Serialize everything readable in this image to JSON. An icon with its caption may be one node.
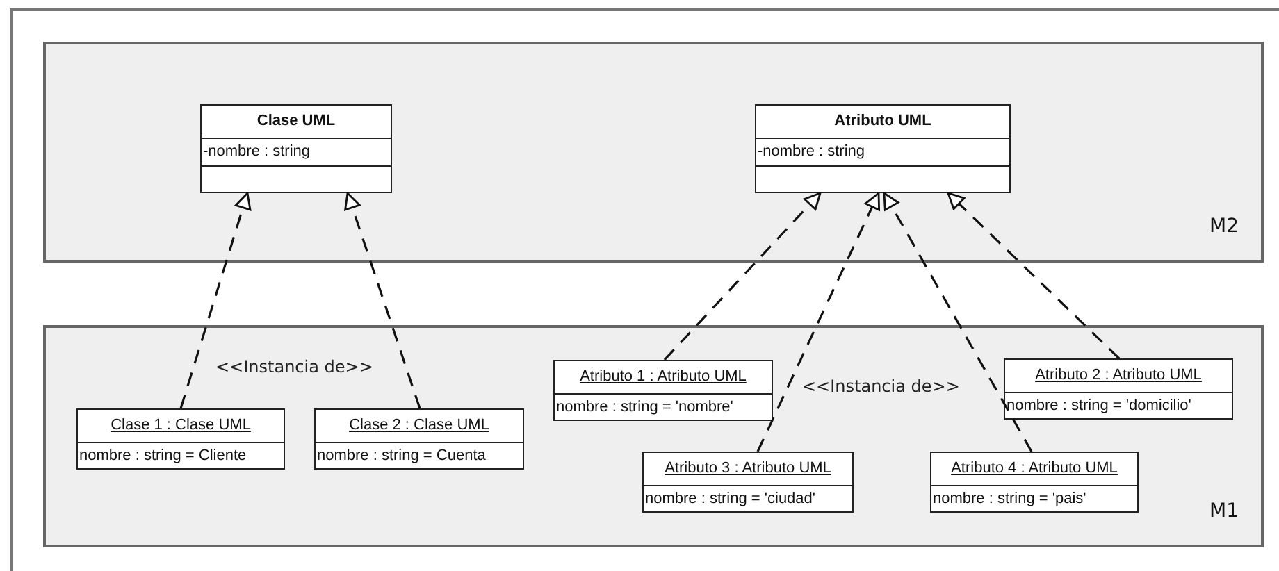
{
  "diagram": {
    "nodes": [
      {
        "text": [
          "M2"
        ]
      },
      {
        "text": [
          "Clase UML",
          "-nombre : string"
        ],
        "in": 0
      },
      {
        "text": [
          "Atributo UML",
          "-nombre : string"
        ],
        "in": 0
      },
      {
        "text": [
          "M1"
        ]
      },
      {
        "text": [
          "Clase 1 : Clase UML",
          "nombre : string = Cliente"
        ],
        "in": 3
      },
      {
        "text": [
          "Clase 2 : Clase UML",
          "nombre : string = Cuenta"
        ],
        "in": 3
      },
      {
        "text": [
          "Atributo 1 : Atributo UML",
          "nombre : string = 'nombre'"
        ],
        "in": 3
      },
      {
        "text": [
          "Atributo 2 : Atributo UML",
          "nombre : string = 'domicilio'"
        ],
        "in": 3
      },
      {
        "text": [
          "Atributo 3 : Atributo UML",
          "nombre : string = 'ciudad'"
        ],
        "in": 3
      },
      {
        "text": [
          "Atributo 4 : Atributo UML",
          "nombre : string = 'pais'"
        ],
        "in": 3
      }
    ],
    "edges": [
      {
        "from": 4,
        "to": 1,
        "arrow": "to",
        "style": "dashed"
      },
      {
        "from": 5,
        "to": 1,
        "arrow": "to",
        "style": "dashed"
      },
      {
        "from": 6,
        "to": 2,
        "arrow": "to",
        "style": "dashed"
      },
      {
        "from": 8,
        "to": 2,
        "arrow": "to",
        "style": "dashed"
      },
      {
        "from": 9,
        "to": 2,
        "arrow": "to",
        "style": "dashed"
      },
      {
        "from": 7,
        "to": 2,
        "arrow": "to",
        "style": "dashed"
      }
    ],
    "labels": [
      "<<Instancia de>>",
      "<<Instancia de>>"
    ]
  }
}
